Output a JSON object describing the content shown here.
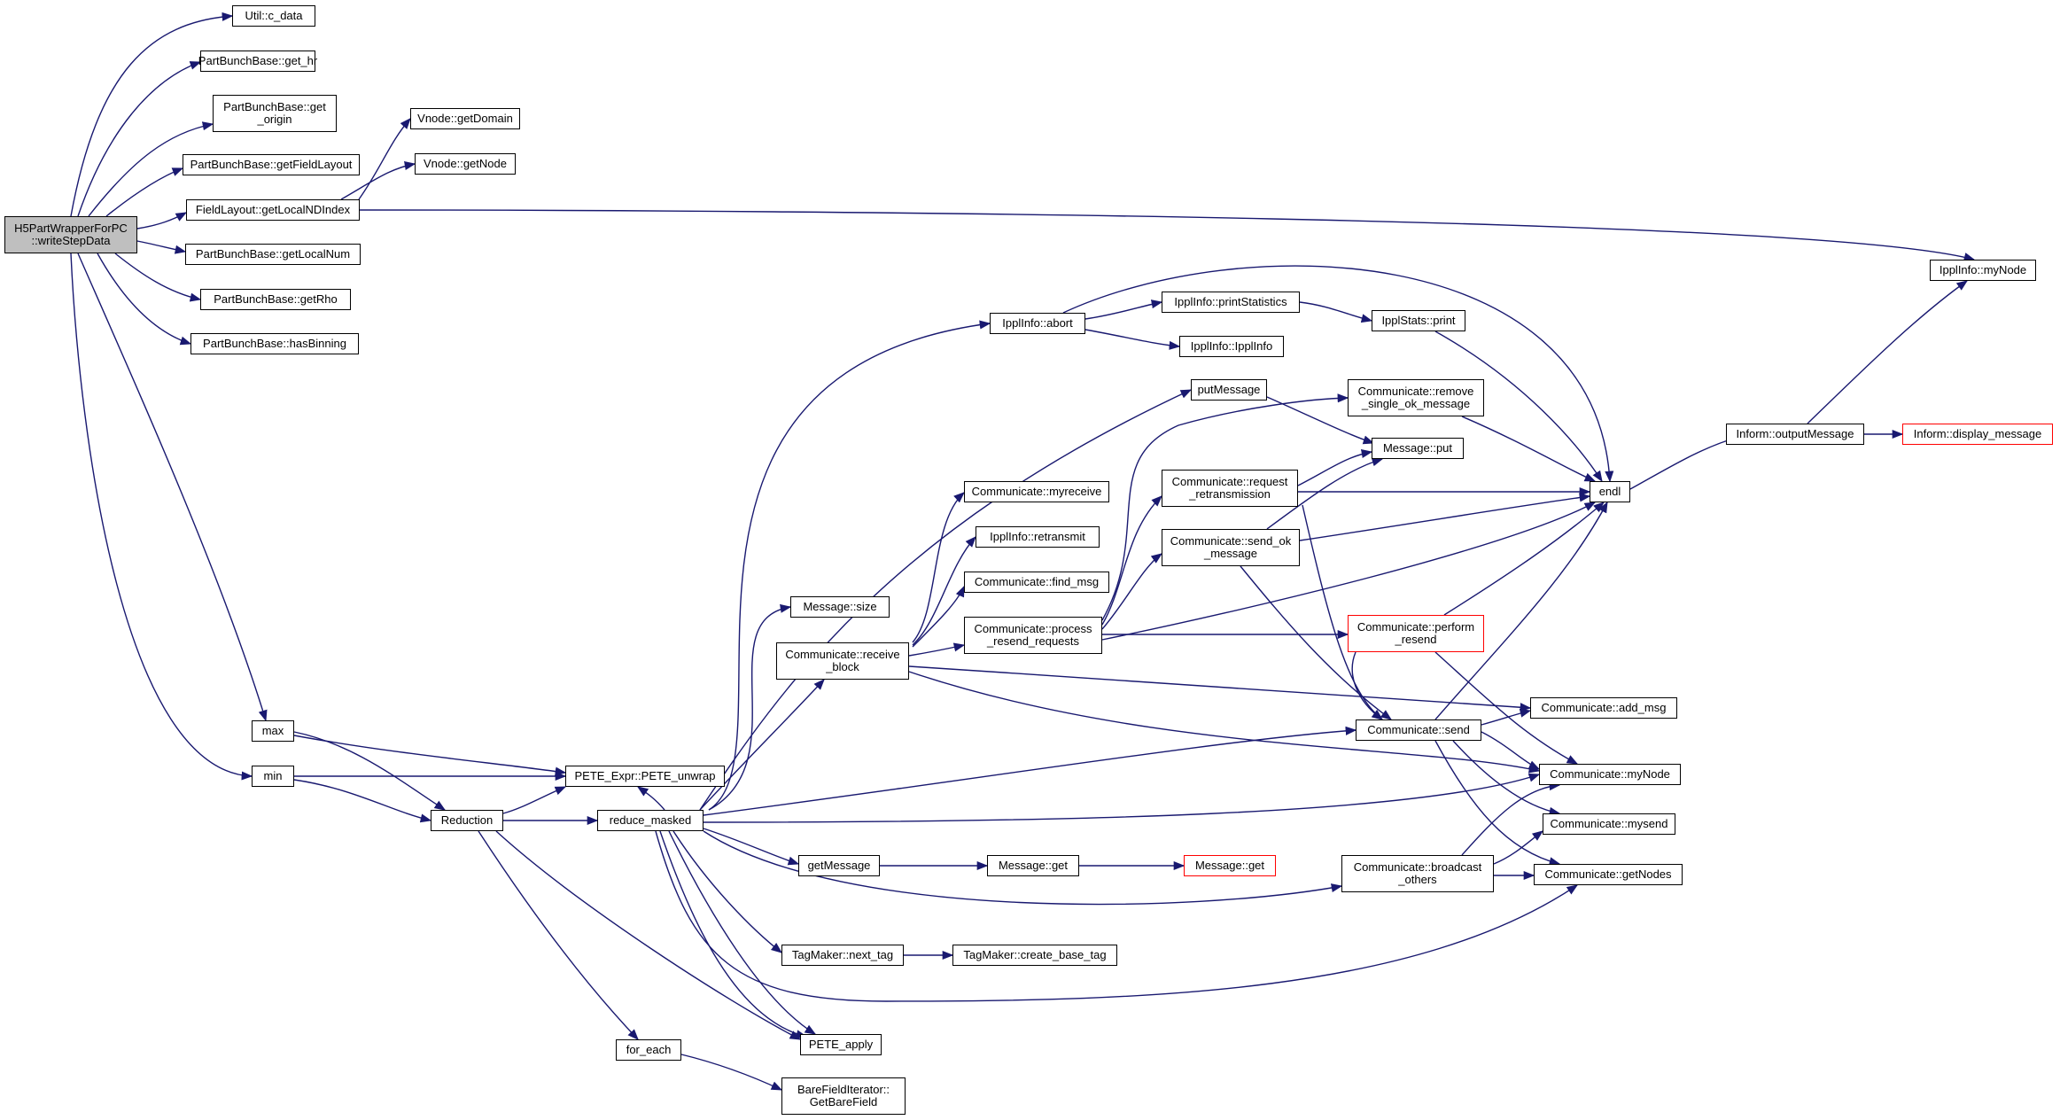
{
  "diagram": {
    "edge_color": "#191970",
    "root_fill": "#bfbfbf",
    "truncated_border_color": "#ff0000",
    "nodes": {
      "root": {
        "label": "H5PartWrapperForPC\n::writeStepData",
        "style": "root"
      },
      "cdata": {
        "label": "Util::c_data"
      },
      "gethr": {
        "label": "PartBunchBase::get_hr"
      },
      "getorigin": {
        "label": "PartBunchBase::get\n_origin"
      },
      "getfieldlayout": {
        "label": "PartBunchBase::getFieldLayout"
      },
      "getlocalnd": {
        "label": "FieldLayout::getLocalNDIndex"
      },
      "getlocalnum": {
        "label": "PartBunchBase::getLocalNum"
      },
      "getrho": {
        "label": "PartBunchBase::getRho"
      },
      "hasbinning": {
        "label": "PartBunchBase::hasBinning"
      },
      "getdomain": {
        "label": "Vnode::getDomain"
      },
      "getnode": {
        "label": "Vnode::getNode"
      },
      "max": {
        "label": "max"
      },
      "min": {
        "label": "min"
      },
      "reduction": {
        "label": "Reduction"
      },
      "peteunwrap": {
        "label": "PETE_Expr::PETE_unwrap"
      },
      "reducemasked": {
        "label": "reduce_masked"
      },
      "foreach": {
        "label": "for_each"
      },
      "bfi": {
        "label": "BareFieldIterator::\nGetBareField"
      },
      "peteapply": {
        "label": "PETE_apply"
      },
      "tagnext": {
        "label": "TagMaker::next_tag"
      },
      "tagcreate": {
        "label": "TagMaker::create_base_tag"
      },
      "getmessage": {
        "label": "getMessage"
      },
      "msgget1": {
        "label": "Message::get"
      },
      "msgget2": {
        "label": "Message::get",
        "style": "red"
      },
      "msgsize": {
        "label": "Message::size"
      },
      "recvblock": {
        "label": "Communicate::receive\n_block"
      },
      "myreceive": {
        "label": "Communicate::myreceive"
      },
      "retransmit": {
        "label": "IpplInfo::retransmit"
      },
      "findmsg": {
        "label": "Communicate::find_msg"
      },
      "processresend": {
        "label": "Communicate::process\n_resend_requests"
      },
      "abort": {
        "label": "IpplInfo::abort"
      },
      "printstats": {
        "label": "IpplInfo::printStatistics"
      },
      "ipplinfo": {
        "label": "IpplInfo::IpplInfo"
      },
      "ipplstatsprint": {
        "label": "IpplStats::print"
      },
      "putmessage": {
        "label": "putMessage"
      },
      "removesingle": {
        "label": "Communicate::remove\n_single_ok_message"
      },
      "msgput": {
        "label": "Message::put"
      },
      "reqretrans": {
        "label": "Communicate::request\n_retransmission"
      },
      "sendok": {
        "label": "Communicate::send_ok\n_message"
      },
      "performresend": {
        "label": "Communicate::perform\n_resend",
        "style": "red"
      },
      "send": {
        "label": "Communicate::send"
      },
      "addmsg": {
        "label": "Communicate::add_msg"
      },
      "cmynode": {
        "label": "Communicate::myNode"
      },
      "mysend": {
        "label": "Communicate::mysend"
      },
      "getnodes": {
        "label": "Communicate::getNodes"
      },
      "bcast": {
        "label": "Communicate::broadcast\n_others"
      },
      "endl": {
        "label": "endl"
      },
      "outmsg": {
        "label": "Inform::outputMessage"
      },
      "dispmsg": {
        "label": "Inform::display_message",
        "style": "red"
      },
      "imynode": {
        "label": "IpplInfo::myNode"
      }
    }
  }
}
